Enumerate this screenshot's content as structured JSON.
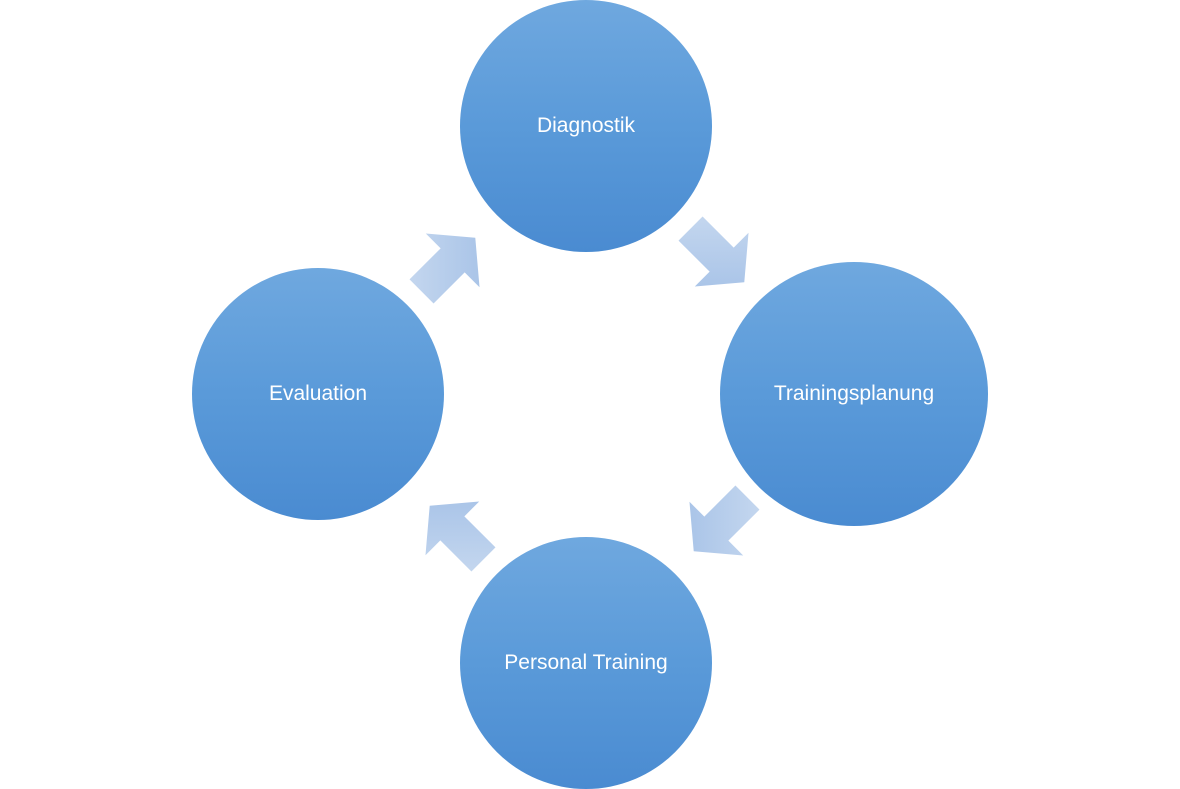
{
  "nodes": {
    "diagnostik": {
      "label": "Diagnostik"
    },
    "trainingsplanung": {
      "label": "Trainingsplanung"
    },
    "personal_training": {
      "label": "Personal Training"
    },
    "evaluation": {
      "label": "Evaluation"
    }
  },
  "colors": {
    "node_fill_top": "#6fa8df",
    "node_fill_bottom": "#4a8bd1",
    "node_text": "#ffffff",
    "arrow_fill_light": "#c9daf0",
    "arrow_fill_dark": "#a2bfe6"
  }
}
